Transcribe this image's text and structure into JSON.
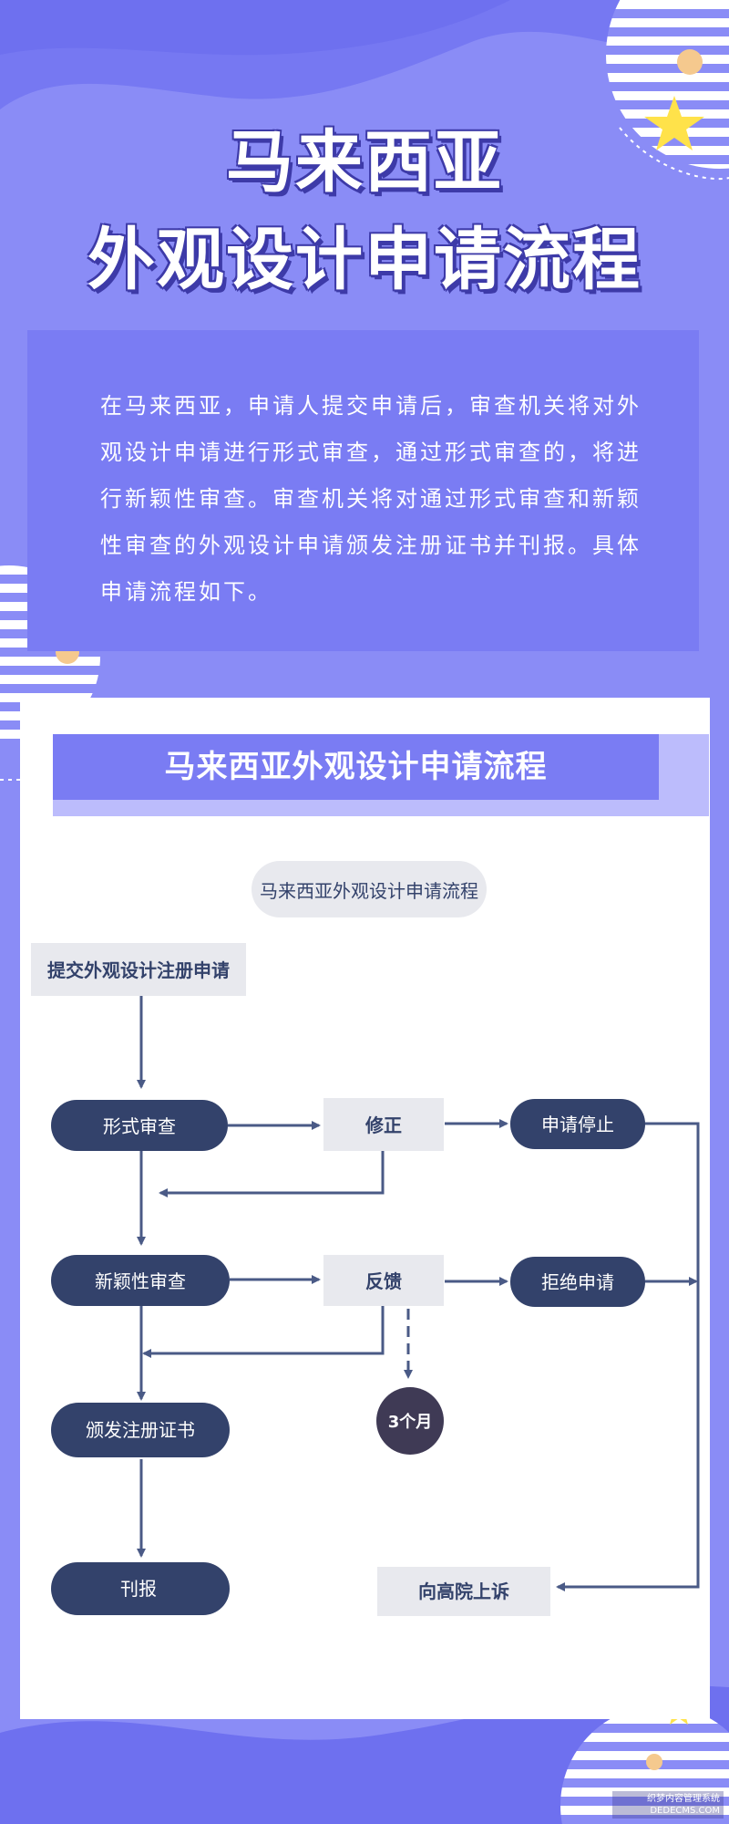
{
  "header": {
    "title_line1": "马来西亚",
    "title_line2": "外观设计申请流程"
  },
  "intro": {
    "paragraph": "在马来西亚，申请人提交申请后，审查机关将对外观设计申请进行形式审查，通过形式审查的，将进行新颖性审查。审查机关将对通过形式审查和新颖性审查的外观设计申请颁发注册证书并刊报。具体申请流程如下。"
  },
  "flowchart": {
    "banner_title": "马来西亚外观设计申请流程",
    "diagram_title": "马来西亚外观设计申请流程",
    "submit": "提交外观设计注册申请",
    "formal_review": "形式审查",
    "correction": "修正",
    "application_stop": "申请停止",
    "novelty_review": "新颖性审查",
    "feedback": "反馈",
    "reject": "拒绝申请",
    "three_months": "3个月",
    "certificate": "颁发注册证书",
    "publish": "刊报",
    "appeal": "向高院上诉"
  },
  "watermark": {
    "line1": "织梦内容管理系统",
    "line2": "DEDECMS.COM"
  },
  "colors": {
    "background": "#8a8cf6",
    "panel": "#7a7cf3",
    "title_shadow": "#3d3aa8",
    "node_dark": "#33426b",
    "node_light": "#e8e9ee",
    "arrow": "#4a5a86"
  }
}
